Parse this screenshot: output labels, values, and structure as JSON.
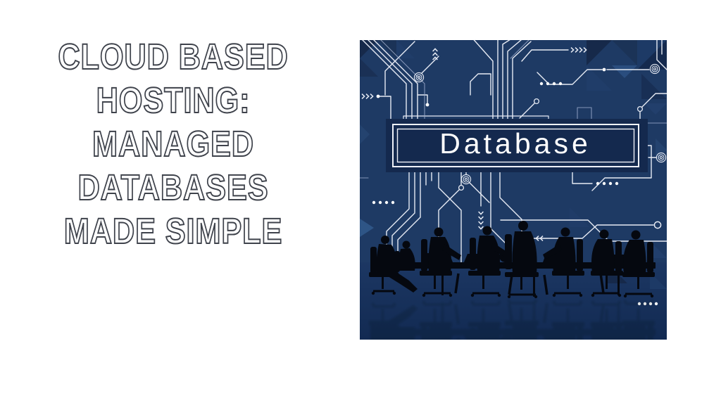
{
  "page": {
    "background_color": "#ffffff"
  },
  "title": {
    "lines": [
      "CLOUD BASED",
      "HOSTING:",
      "MANAGED",
      "DATABASES",
      "MADE SIMPLE"
    ],
    "outline_color": "#3e424b",
    "fill_color": "#ffffff"
  },
  "illustration": {
    "banner_label": "Database",
    "colors": {
      "background": "#1e3a64",
      "banner_field": "#14294e",
      "banner_border": "#eef1f8",
      "trace": "#e7ebf4",
      "trace_dim": "#9cabcc",
      "silhouette": "#05080f",
      "triangle_dark": "#16294a",
      "triangle_light": "#2e5586",
      "floor_top": "#1c3763",
      "floor_bottom": "#122a52"
    },
    "icons": [
      "spiral-icon",
      "chevron-arrow-icon",
      "node-dot-icon",
      "circuit-trace",
      "triangle-motif",
      "laptop-silhouette",
      "conference-silhouettes"
    ]
  }
}
